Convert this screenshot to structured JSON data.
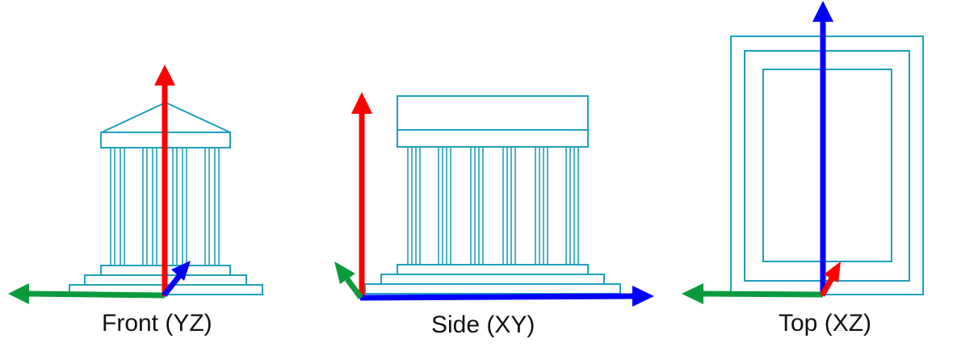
{
  "colors": {
    "outline": "#1fa0bd",
    "x_axis": "#ff0000",
    "y_axis": "#0a9a3c",
    "z_axis": "#0000ff"
  },
  "views": [
    {
      "label": "Front (YZ)",
      "icon": "temple-front-view"
    },
    {
      "label": "Side (XY)",
      "icon": "temple-side-view"
    },
    {
      "label": "Top (XZ)",
      "icon": "temple-top-view"
    }
  ]
}
